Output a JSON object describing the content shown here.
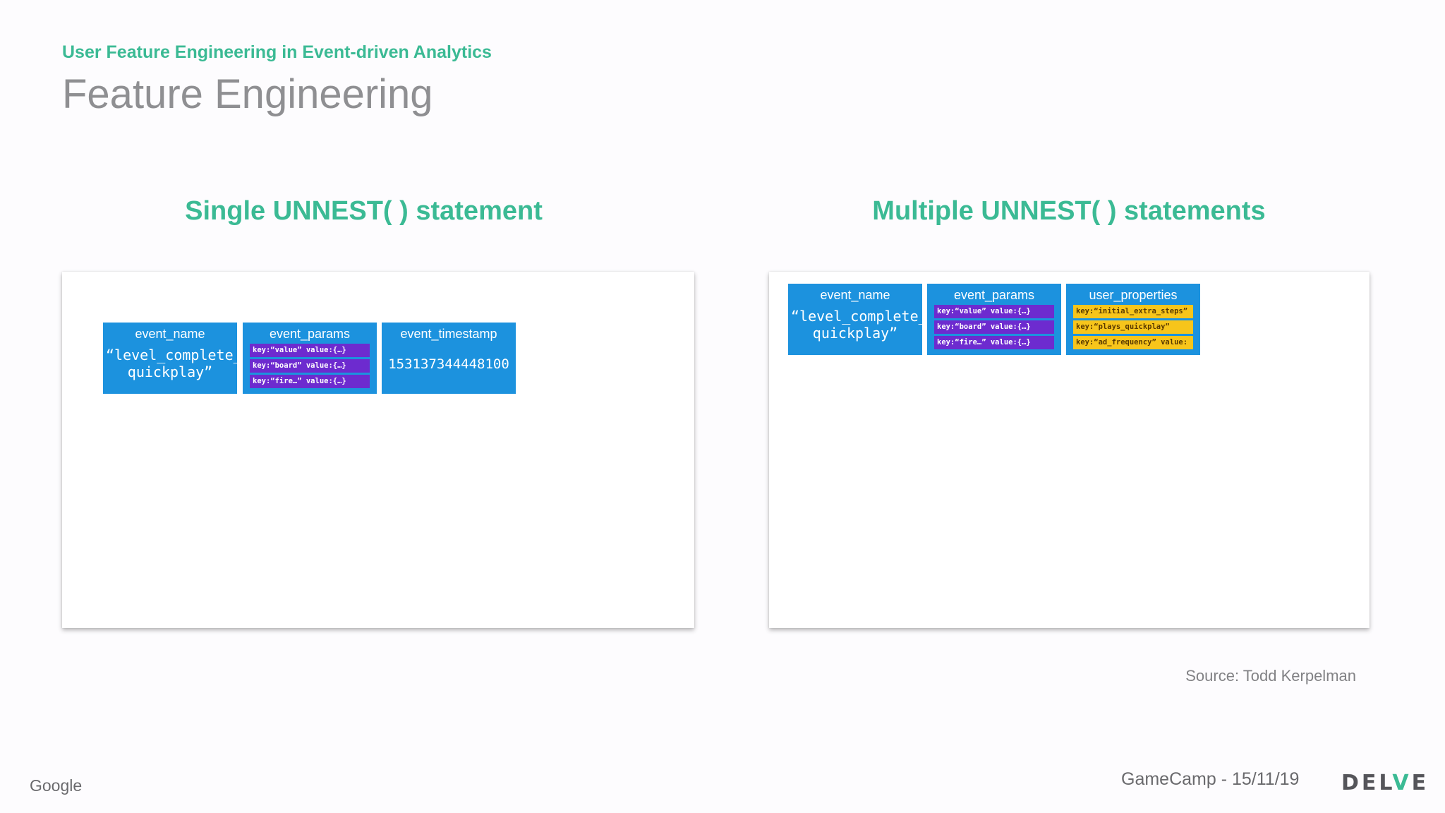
{
  "header": {
    "subtitle": "User Feature Engineering in Event-driven Analytics",
    "title": "Feature Engineering"
  },
  "left_panel": {
    "heading": "Single UNNEST( ) statement",
    "columns": [
      {
        "header": "event_name",
        "value": "“level_complete_ quickplay”"
      },
      {
        "header": "event_params",
        "rows": [
          "key:“value” value:{…}",
          "key:“board” value:{…}",
          "key:“fire…” value:{…}"
        ]
      },
      {
        "header": "event_timestamp",
        "value": "153137344448100"
      }
    ]
  },
  "right_panel": {
    "heading": "Multiple UNNEST( ) statements",
    "columns": [
      {
        "header": "event_name",
        "value": "“level_complete_ quickplay”"
      },
      {
        "header": "event_params",
        "rows": [
          "key:“value” value:{…}",
          "key:“board” value:{…}",
          "key:“fire…” value:{…}"
        ]
      },
      {
        "header": "user_properties",
        "rows": [
          "key:“initial_extra_steps”",
          "key:“plays_quickplay”",
          "key:“ad_frequency” value:"
        ]
      }
    ]
  },
  "source": "Source: Todd Kerpelman",
  "footer": {
    "brand": "Google",
    "event": "GameCamp - 15/11/19",
    "logo_prefix": "DEL",
    "logo_accent": "V",
    "logo_suffix": "E"
  },
  "colors": {
    "accent_green": "#3bba94",
    "cell_blue": "#1c92de",
    "param_purple": "#6d2bcf",
    "property_yellow": "#f7c51b"
  }
}
